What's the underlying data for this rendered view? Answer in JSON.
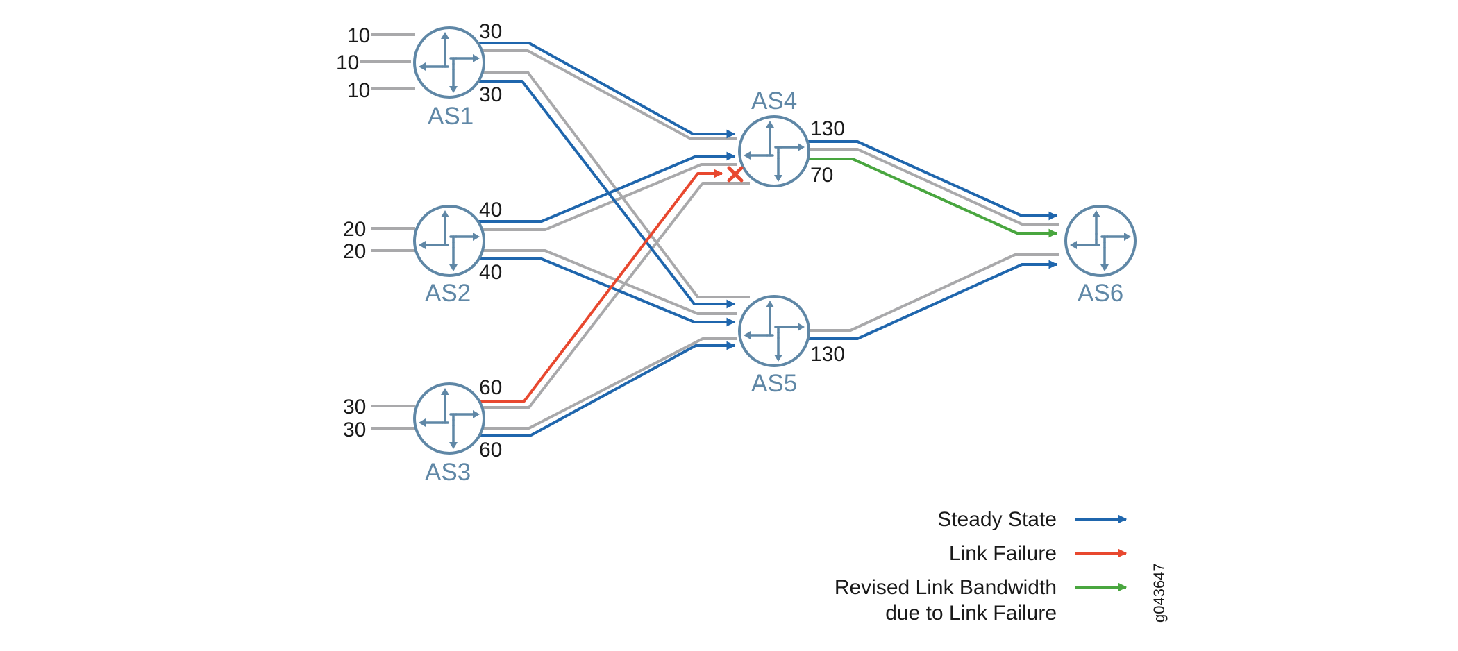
{
  "colors": {
    "steady": "#1f66ad",
    "failure": "#e8482f",
    "revised": "#49a63f",
    "gray": "#a9a9ab",
    "node": "#5f87a6"
  },
  "icons": {
    "router": "router-icon",
    "failure_marker": "x-icon"
  },
  "nodes": [
    {
      "id": "AS1",
      "label": "AS1"
    },
    {
      "id": "AS2",
      "label": "AS2"
    },
    {
      "id": "AS3",
      "label": "AS3"
    },
    {
      "id": "AS4",
      "label": "AS4"
    },
    {
      "id": "AS5",
      "label": "AS5"
    },
    {
      "id": "AS6",
      "label": "AS6"
    }
  ],
  "inputs": {
    "AS1": [
      "10",
      "10",
      "10"
    ],
    "AS2": [
      "20",
      "20"
    ],
    "AS3": [
      "30",
      "30"
    ]
  },
  "link_labels": {
    "as1_to_as4": "30",
    "as1_to_as5": "30",
    "as2_to_as4": "40",
    "as2_to_as5": "40",
    "as3_to_as4": "60",
    "as3_to_as5": "60",
    "as4_to_as6": "130",
    "as4_to_as6_revised": "70",
    "as5_to_as6": "130"
  },
  "links": [
    {
      "from": "AS1",
      "to": "AS4",
      "state": "steady",
      "value": "30"
    },
    {
      "from": "AS1",
      "to": "AS5",
      "state": "steady",
      "value": "30"
    },
    {
      "from": "AS2",
      "to": "AS4",
      "state": "steady",
      "value": "40"
    },
    {
      "from": "AS2",
      "to": "AS5",
      "state": "steady",
      "value": "40"
    },
    {
      "from": "AS3",
      "to": "AS4",
      "state": "failure",
      "value": "60"
    },
    {
      "from": "AS3",
      "to": "AS5",
      "state": "steady",
      "value": "60"
    },
    {
      "from": "AS4",
      "to": "AS6",
      "state": "steady",
      "value": "130"
    },
    {
      "from": "AS4",
      "to": "AS6",
      "state": "revised",
      "value": "70"
    },
    {
      "from": "AS5",
      "to": "AS6",
      "state": "steady",
      "value": "130"
    }
  ],
  "legend": {
    "steady": "Steady State",
    "failure": "Link Failure",
    "revised_line1": "Revised Link Bandwidth",
    "revised_line2": "due to Link Failure"
  },
  "figure_id": "g043647"
}
